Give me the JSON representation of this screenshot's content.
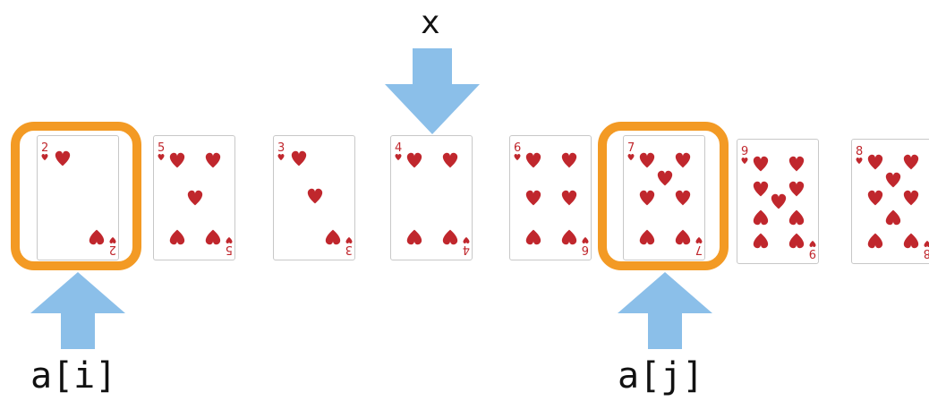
{
  "labels": {
    "pivot": "x",
    "left_index": "a[i]",
    "right_index": "a[j]"
  },
  "cards": [
    {
      "rank": "2",
      "suit": "hearts",
      "highlighted": true
    },
    {
      "rank": "5",
      "suit": "hearts",
      "highlighted": false
    },
    {
      "rank": "3",
      "suit": "hearts",
      "highlighted": false
    },
    {
      "rank": "4",
      "suit": "hearts",
      "highlighted": false,
      "pivot": true
    },
    {
      "rank": "6",
      "suit": "hearts",
      "highlighted": false
    },
    {
      "rank": "7",
      "suit": "hearts",
      "highlighted": true
    },
    {
      "rank": "9",
      "suit": "hearts",
      "highlighted": false
    },
    {
      "rank": "8",
      "suit": "hearts",
      "highlighted": false
    }
  ],
  "colors": {
    "arrow": "#8bbfe9",
    "highlight": "#f39a24",
    "suit": "#c0272d",
    "card_border": "#c8c8c8"
  },
  "icons": {
    "pivot_marker": "arrow-down-icon",
    "index_marker": "arrow-up-icon",
    "suit": "heart-icon"
  }
}
